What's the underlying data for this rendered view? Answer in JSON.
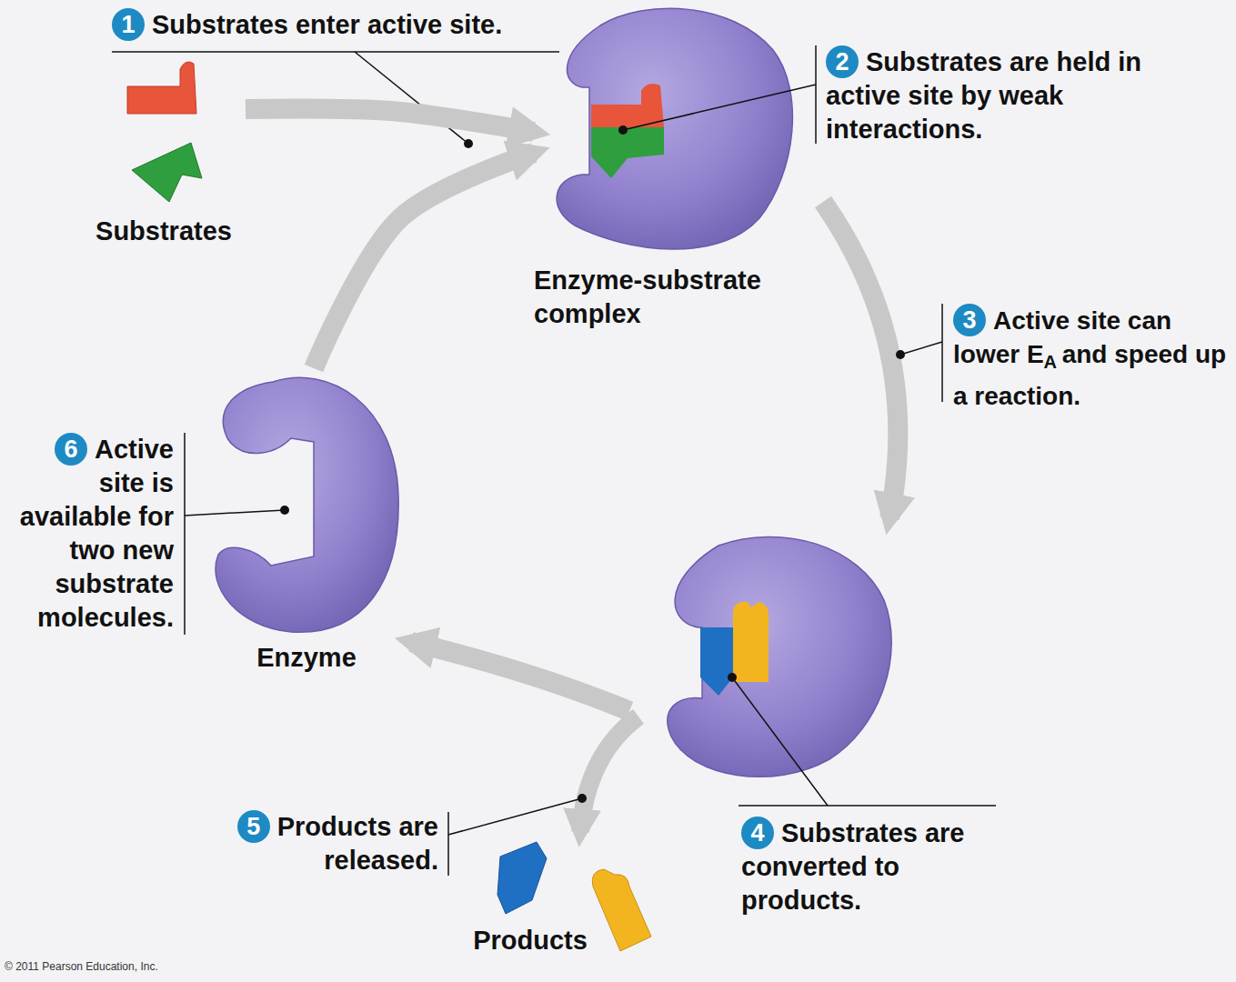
{
  "diagram": {
    "nodes": [
      {
        "text": [
          "Substrates"
        ]
      },
      {
        "text": [
          "Enzyme-substrate complex"
        ]
      },
      {
        "text": [
          "Enzyme"
        ]
      },
      {
        "text": [
          "Products"
        ]
      }
    ],
    "edges": [
      {
        "from": 0,
        "to": 1,
        "arrow": "to"
      },
      {
        "from": 2,
        "to": 1,
        "arrow": "to"
      }
    ],
    "labels": [
      "1",
      "Substrates enter active site.",
      "2",
      "Substrates are held in active site by weak interactions.",
      "3",
      "Active site can lower E",
      "A",
      "and speed up a reaction.",
      "4",
      "Substrates are converted to products.",
      "5",
      "Products are released.",
      "6",
      "Active site is available for two new substrate molecules.",
      "© 2011 Pearson Education, Inc."
    ]
  }
}
